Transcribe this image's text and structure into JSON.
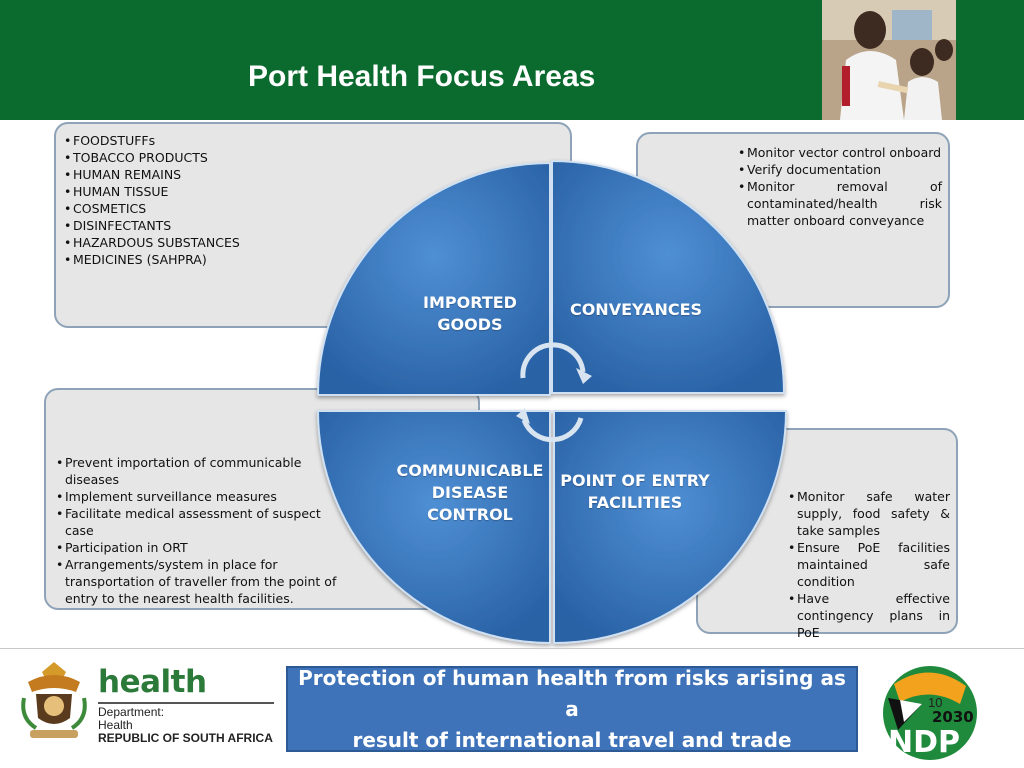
{
  "header": {
    "title": "Port Health Focus Areas"
  },
  "panels": {
    "imported_goods": [
      "FOODSTUFFs",
      "TOBACCO PRODUCTS",
      "HUMAN REMAINS",
      "HUMAN TISSUE",
      "COSMETICS",
      "DISINFECTANTS",
      "HAZARDOUS SUBSTANCES",
      "MEDICINES (SAHPRA)"
    ],
    "conveyances": [
      "Monitor vector control onboard",
      "Verify documentation",
      "Monitor removal of contaminated/health risk matter onboard conveyance"
    ],
    "communicable": [
      "Prevent importation of communicable diseases",
      "Implement surveillance measures",
      "Facilitate medical assessment of suspect case",
      "Participation in ORT",
      "Arrangements/system in place for transportation of traveller from the point of entry to the nearest health facilities."
    ],
    "poe": [
      "Monitor safe water supply, food safety & take samples",
      "Ensure PoE facilities maintained safe condition",
      "Have effective contingency plans in PoE"
    ]
  },
  "quadrants": {
    "imported": [
      "IMPORTED",
      "GOODS"
    ],
    "conveyances": [
      "CONVEYANCES"
    ],
    "communicable": [
      "COMMUNICABLE",
      "DISEASE",
      "CONTROL"
    ],
    "poe": [
      "POINT OF ENTRY",
      "FACILITIES"
    ]
  },
  "banner": {
    "line1": "Protection of human health from risks arising as a",
    "line2": "result of  international travel and trade"
  },
  "logo": {
    "health": "health",
    "dept_line1": "Department:",
    "dept_line2": "Health",
    "country": "REPUBLIC OF SOUTH AFRICA",
    "ndp": "NDP",
    "ndp_year": "2030"
  },
  "page_number": "10",
  "colors": {
    "header": "#0b6b2e",
    "quadrant": "#2f6fb8",
    "banner": "#3f73b9",
    "panel": "#e6e6e6"
  }
}
